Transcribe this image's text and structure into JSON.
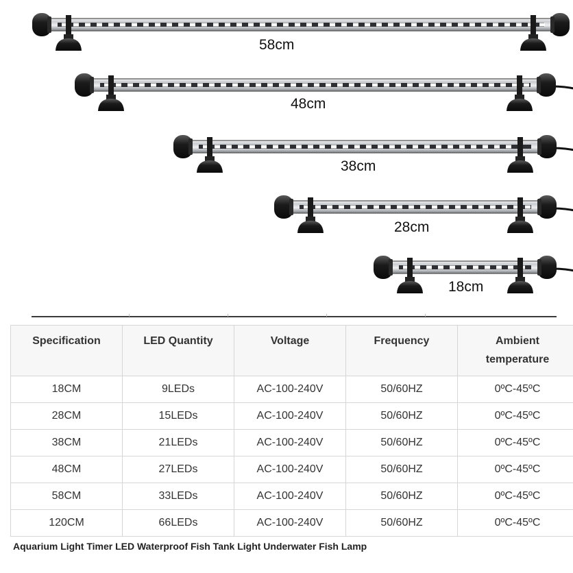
{
  "lamps": [
    {
      "label": "58cm"
    },
    {
      "label": "48cm"
    },
    {
      "label": "38cm"
    },
    {
      "label": "28cm"
    },
    {
      "label": "18cm"
    }
  ],
  "table": {
    "headers": [
      "Specification",
      "LED Quantity",
      "Voltage",
      "Frequency",
      "Ambient temperature"
    ],
    "rows": [
      [
        "18CM",
        "9LEDs",
        "AC-100-240V",
        "50/60HZ",
        "0ºC-45ºC"
      ],
      [
        "28CM",
        "15LEDs",
        "AC-100-240V",
        "50/60HZ",
        "0ºC-45ºC"
      ],
      [
        "38CM",
        "21LEDs",
        "AC-100-240V",
        "50/60HZ",
        "0ºC-45ºC"
      ],
      [
        "48CM",
        "27LEDs",
        "AC-100-240V",
        "50/60HZ",
        "0ºC-45ºC"
      ],
      [
        "58CM",
        "33LEDs",
        "AC-100-240V",
        "50/60HZ",
        "0ºC-45ºC"
      ],
      [
        "120CM",
        "66LEDs",
        "AC-100-240V",
        "50/60HZ",
        "0ºC-45ºC"
      ]
    ]
  },
  "caption": "Aquarium Light Timer LED Waterproof Fish Tank Light Underwater Fish Lamp"
}
